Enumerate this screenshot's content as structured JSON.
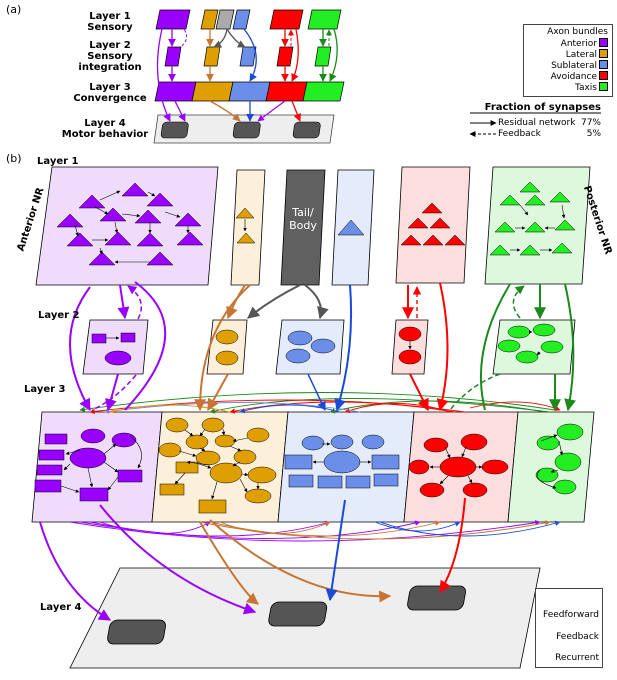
{
  "panel_a": {
    "label": "(a)",
    "layers": [
      {
        "title": "Layer 1",
        "subtitle": "Sensory"
      },
      {
        "title": "Layer 2",
        "subtitle": "Sensory integration"
      },
      {
        "title": "Layer 3",
        "subtitle": "Convergence"
      },
      {
        "title": "Layer 4",
        "subtitle": "Motor behavior"
      }
    ],
    "legend": {
      "title": "Axon bundles",
      "items": [
        {
          "label": "Anterior",
          "color": "#9900ff"
        },
        {
          "label": "Lateral",
          "color": "#e09f00"
        },
        {
          "label": "Sublateral",
          "color": "#6b8ee8"
        },
        {
          "label": "Avoidance",
          "color": "#ff0000"
        },
        {
          "label": "Taxis",
          "color": "#22ee22"
        }
      ]
    },
    "synapse_table": {
      "title": "Fraction of synapses",
      "rows": [
        {
          "label": "Residual network",
          "value": "77%"
        },
        {
          "label": "Feedback",
          "value": "5%"
        }
      ]
    }
  },
  "panel_b": {
    "label": "(b)",
    "layer_labels": [
      "Layer 1",
      "Layer 2",
      "Layer 3",
      "Layer 4"
    ],
    "anterior_nr": "Anterior NR",
    "posterior_nr": "Posterior NR",
    "tail_body": "Tail/ Body",
    "key": {
      "feedforward": "Feedforward",
      "feedback": "Feedback",
      "recurrent": "Recurrent"
    }
  },
  "colors": {
    "anterior": "#9900ff",
    "lateral": "#e09f00",
    "sublateral": "#6b8ee8",
    "avoidance": "#ff0000",
    "taxis": "#22ee22",
    "brown_arrow": "#c87533",
    "green_arrow": "#1a8a1a",
    "motor": "#555555"
  }
}
